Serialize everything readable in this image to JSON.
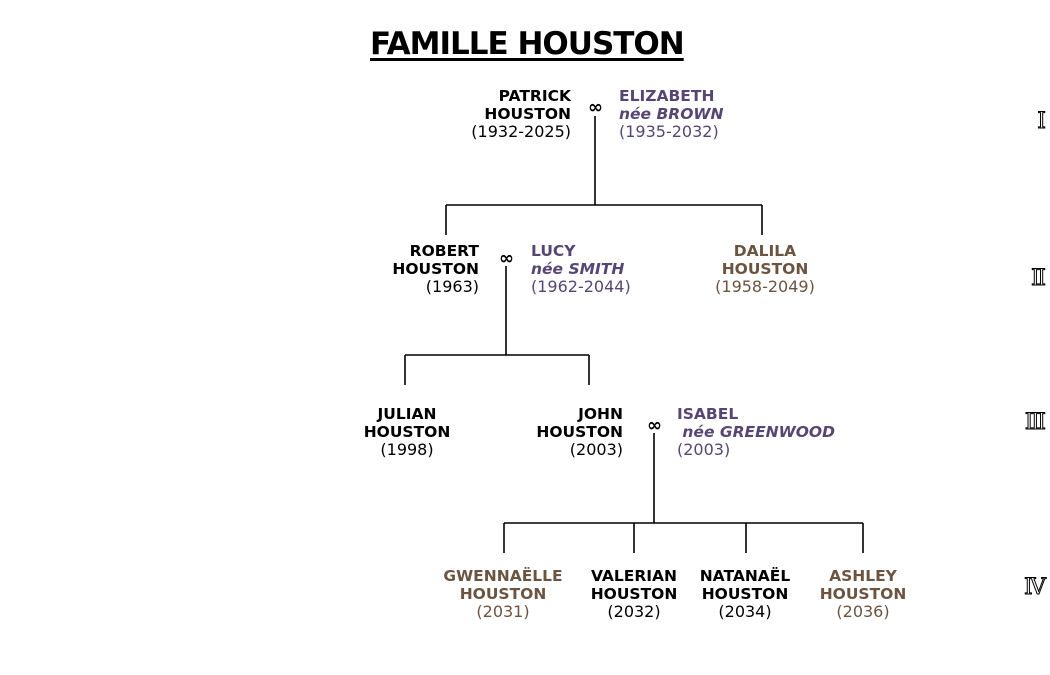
{
  "title": "FAMILLE HOUSTON",
  "marriage_symbol": "∞",
  "colors": {
    "blood": "#000000",
    "spouse": "#574673",
    "other": "#6b5440"
  },
  "generations": [
    "Ⅰ",
    "Ⅱ",
    "Ⅲ",
    "Ⅳ"
  ],
  "people": {
    "patrick": {
      "first": "PATRICK",
      "last": "HOUSTON",
      "dates": "(1932-2025)"
    },
    "elizabeth": {
      "first": "ELIZABETH",
      "nee": "née BROWN",
      "dates": "(1935-2032)"
    },
    "robert": {
      "first": "ROBERT",
      "last": "HOUSTON",
      "dates": "(1963)"
    },
    "lucy": {
      "first": "LUCY",
      "nee": "née SMITH",
      "dates": "(1962-2044)"
    },
    "dalila": {
      "first": "DALILA",
      "last": "HOUSTON",
      "dates": "(1958-2049)"
    },
    "julian": {
      "first": "JULIAN",
      "last": "HOUSTON",
      "dates": "(1998)"
    },
    "john": {
      "first": "JOHN",
      "last": "HOUSTON",
      "dates": "(2003)"
    },
    "isabel": {
      "first": "ISABEL",
      "nee": " née GREENWOOD",
      "dates": "(2003)"
    },
    "gwennaelle": {
      "first": "GWENNAËLLE",
      "last": "HOUSTON",
      "dates": "(2031)"
    },
    "valerian": {
      "first": "VALERIAN",
      "last": "HOUSTON",
      "dates": "(2032)"
    },
    "natanael": {
      "first": "NATANAËL",
      "last": "HOUSTON",
      "dates": "(2034)"
    },
    "ashley": {
      "first": "ASHLEY",
      "last": "HOUSTON",
      "dates": "(2036)"
    }
  }
}
